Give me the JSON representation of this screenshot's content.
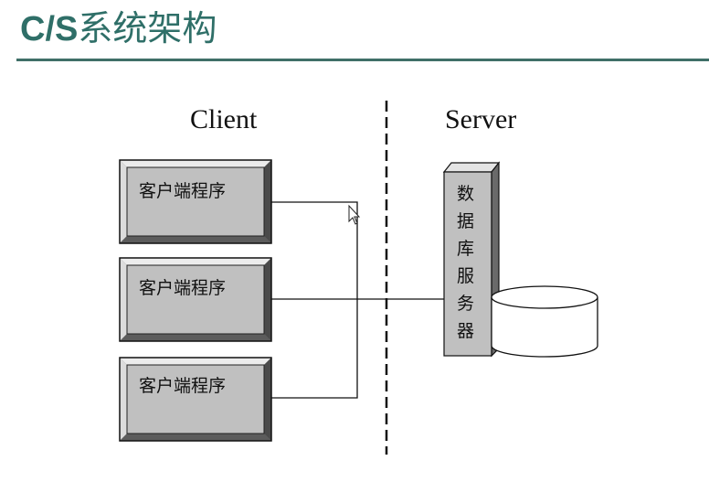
{
  "title": {
    "acronym": "C/S",
    "text": "系统架构"
  },
  "labels": {
    "client": "Client",
    "server": "Server"
  },
  "clients": [
    {
      "label": "客户端程序"
    },
    {
      "label": "客户端程序"
    },
    {
      "label": "客户端程序"
    }
  ],
  "server_chars": [
    "数",
    "据",
    "库",
    "服",
    "务",
    "器"
  ],
  "colors": {
    "title": "#2f6f68",
    "rule": "#3f6f68",
    "bevel_face": "#c0c0c0"
  }
}
